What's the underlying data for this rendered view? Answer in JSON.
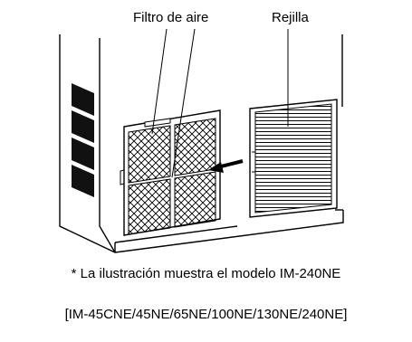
{
  "labels": {
    "air_filter": "Filtro de aire",
    "grille": "Rejilla"
  },
  "captions": {
    "note": "* La ilustración muestra el modelo IM-240NE",
    "models": "[IM-45CNE/45NE/65NE/100NE/130NE/240NE]"
  }
}
